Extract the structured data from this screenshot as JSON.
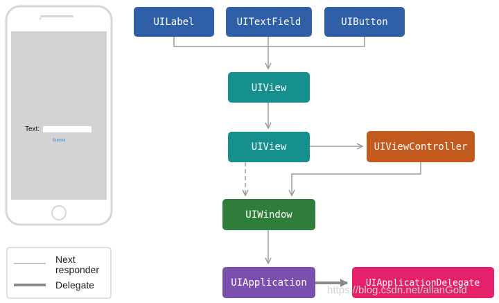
{
  "phone": {
    "text_label": "Text:",
    "submit_label": "Submit"
  },
  "nodes": {
    "uilabel": "UILabel",
    "uitextfield": "UITextField",
    "uibutton": "UIButton",
    "uiview_1": "UIView",
    "uiview_2": "UIView",
    "uiviewcontroller": "UIViewController",
    "uiwindow": "UIWindow",
    "uiapplication": "UIApplication",
    "uiapplicationdelegate": "UIApplicationDelegate"
  },
  "colors": {
    "uikit_blue": "#2f5fa7",
    "view_teal": "#16908f",
    "controller_orange": "#c35a1d",
    "window_green": "#2e7d3a",
    "application_purple": "#7b4fad",
    "delegate_pink": "#e6216b",
    "connector_gray": "#9a9a9a"
  },
  "legend": {
    "next_responder": "Next\nresponder",
    "delegate": "Delegate"
  },
  "watermark": "https://blog.csdn.net/allanGold"
}
